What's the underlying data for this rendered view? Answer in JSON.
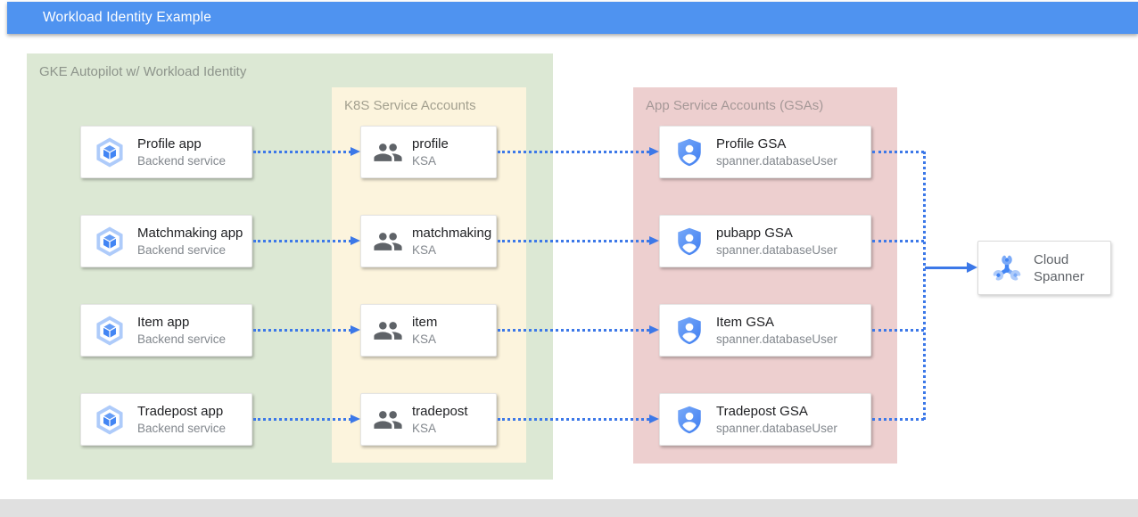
{
  "header": {
    "title": "Workload Identity Example"
  },
  "containers": {
    "gke": {
      "label": "GKE Autopilot w/ Workload Identity"
    },
    "ksa": {
      "label": "K8S Service Accounts"
    },
    "gsa": {
      "label": "App Service Accounts (GSAs)"
    }
  },
  "rows": [
    {
      "app": {
        "title": "Profile app",
        "subtitle": "Backend service"
      },
      "ksa": {
        "title": "profile",
        "subtitle": "KSA"
      },
      "gsa": {
        "title": "Profile GSA",
        "subtitle": "spanner.databaseUser"
      }
    },
    {
      "app": {
        "title": "Matchmaking app",
        "subtitle": "Backend service"
      },
      "ksa": {
        "title": "matchmaking",
        "subtitle": "KSA"
      },
      "gsa": {
        "title": "pubapp GSA",
        "subtitle": "spanner.databaseUser"
      }
    },
    {
      "app": {
        "title": "Item app",
        "subtitle": "Backend service"
      },
      "ksa": {
        "title": "item",
        "subtitle": "KSA"
      },
      "gsa": {
        "title": "Item GSA",
        "subtitle": "spanner.databaseUser"
      }
    },
    {
      "app": {
        "title": "Tradepost app",
        "subtitle": "Backend service"
      },
      "ksa": {
        "title": "tradepost",
        "subtitle": "KSA"
      },
      "gsa": {
        "title": "Tradepost GSA",
        "subtitle": "spanner.databaseUser"
      }
    }
  ],
  "spanner": {
    "name_line1": "Cloud",
    "name_line2": "Spanner"
  },
  "icons": {
    "app": "gke-hexagon-icon",
    "ksa": "people-icon",
    "gsa": "shield-person-icon",
    "spanner": "cloud-spanner-wrench-icon"
  },
  "colors": {
    "header_blue": "#4f93f0",
    "gke_zone_green": "#dce8d4",
    "ksa_zone_yellow": "#fcf4dd",
    "gsa_zone_pink": "#edcfcf",
    "footer_gray": "#e0e0e0",
    "arrow_blue": "#3c78e8",
    "gke_icon_blue": "#4285f4",
    "gke_icon_light_blue": "#aecbfa",
    "people_icon_gray": "#5f6368",
    "shield_gradient_top": "#78a9f9",
    "shield_gradient_bottom": "#3f7ef0",
    "node_title_text": "#202124",
    "node_subtitle_text": "#82878d"
  }
}
